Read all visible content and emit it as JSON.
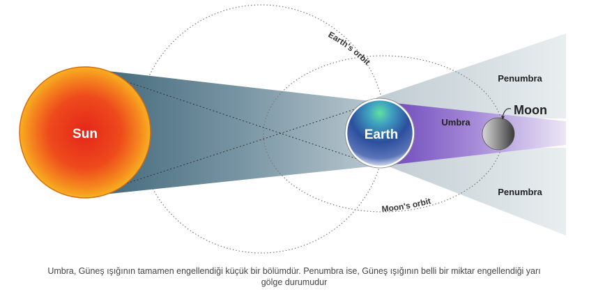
{
  "diagram": {
    "sun_label": "Sun",
    "earth_label": "Earth",
    "moon_label": "Moon",
    "umbra_label": "Umbra",
    "penumbra_top_label": "Penumbra",
    "penumbra_bottom_label": "Penumbra",
    "earth_orbit_label": "Earth's orbit",
    "moon_orbit_label": "Moon's orbit",
    "colors": {
      "sun_core": "#e8321a",
      "sun_edge": "#f7a51c",
      "earth_core": "#2a4a9a",
      "umbra": "#7d5bc4",
      "sunlight_cone": "#4d6f82",
      "penumbra": "#c8d1d6"
    }
  },
  "caption": {
    "line1": "Umbra, Güneş ışığının tamamen engellendiği küçük bir bölümdür. Penumbra ise, Güneş ışığının belli bir miktar engellendiği yarı",
    "line2": "gölge durumudur"
  }
}
